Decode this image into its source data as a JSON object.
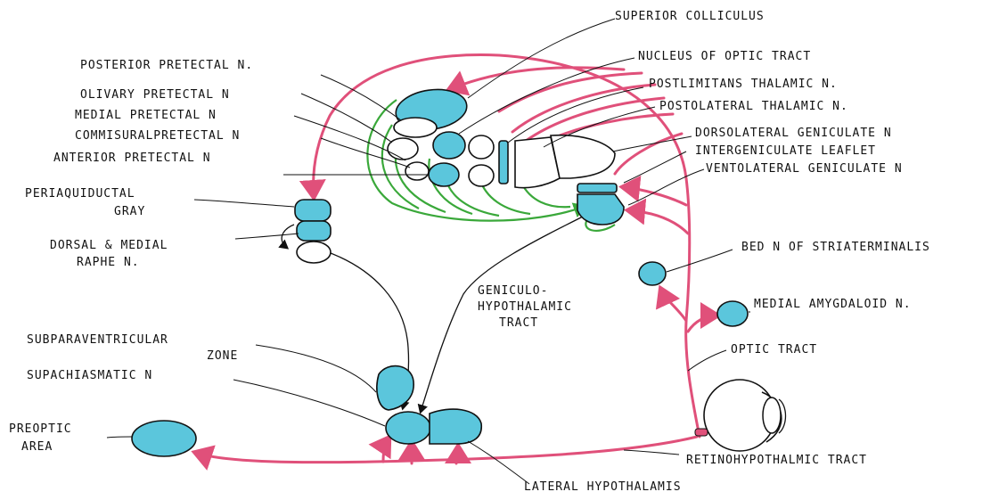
{
  "labels": {
    "superior_colliculus": "SUPERIOR COLLICULUS",
    "nucleus_optic_tract": "NUCLEUS OF OPTIC TRACT",
    "posterior_pretectal": "POSTERIOR PRETECTAL N.",
    "postlimitans_thalamic": "POSTLIMITANS THALAMIC N.",
    "olivary_pretectal": "OLIVARY PRETECTAL N",
    "postolateral_thalamic": "POSTOLATERAL THALAMIC N.",
    "medial_pretectal": "MEDIAL PRETECTAL N",
    "dorsolateral_geniculate": "DORSOLATERAL GENICULATE N",
    "commissural_pretectal": "COMMISURALPRETECTAL N",
    "intergeniculate_leaflet": "INTERGENICULATE LEAFLET",
    "anterior_pretectal": "ANTERIOR PRETECTAL N",
    "ventolateral_geniculate": "VENTOLATERAL GENICULATE N",
    "periaqueductal_line1": "PERIAQUIDUCTAL",
    "periaqueductal_line2": "GRAY",
    "dorsal_medial_raphe_line1": "DORSAL & MEDIAL",
    "dorsal_medial_raphe_line2": "RAPHE N.",
    "bed_n_stria": "BED N OF STRIATERMINALIS",
    "geniculo_line1": "GENICULO-",
    "geniculo_line2": "HYPOTHALAMIC",
    "geniculo_line3": "TRACT",
    "medial_amygdaloid": "MEDIAL AMYGDALOID N.",
    "subparaventricular_line1": "SUBPARAVENTRICULAR",
    "subparaventricular_line2": "ZONE",
    "optic_tract": "OPTIC TRACT",
    "suprachiasmatic": "SUPACHIASMATIC N",
    "preoptic_line1": "PREOPTIC",
    "preoptic_line2": "AREA",
    "retinohypothalamic": "RETINOHYPOTHALMIC TRACT",
    "lateral_hypothalamus": "LATERAL HYPOTHALAMIS"
  },
  "colors": {
    "nucleus_fill": "#5bc6dc",
    "retinal_projection": "#e0507a",
    "pretectal_projection": "#3aa83a",
    "outline": "#111111"
  },
  "icons": {
    "eye": "eye-icon"
  }
}
